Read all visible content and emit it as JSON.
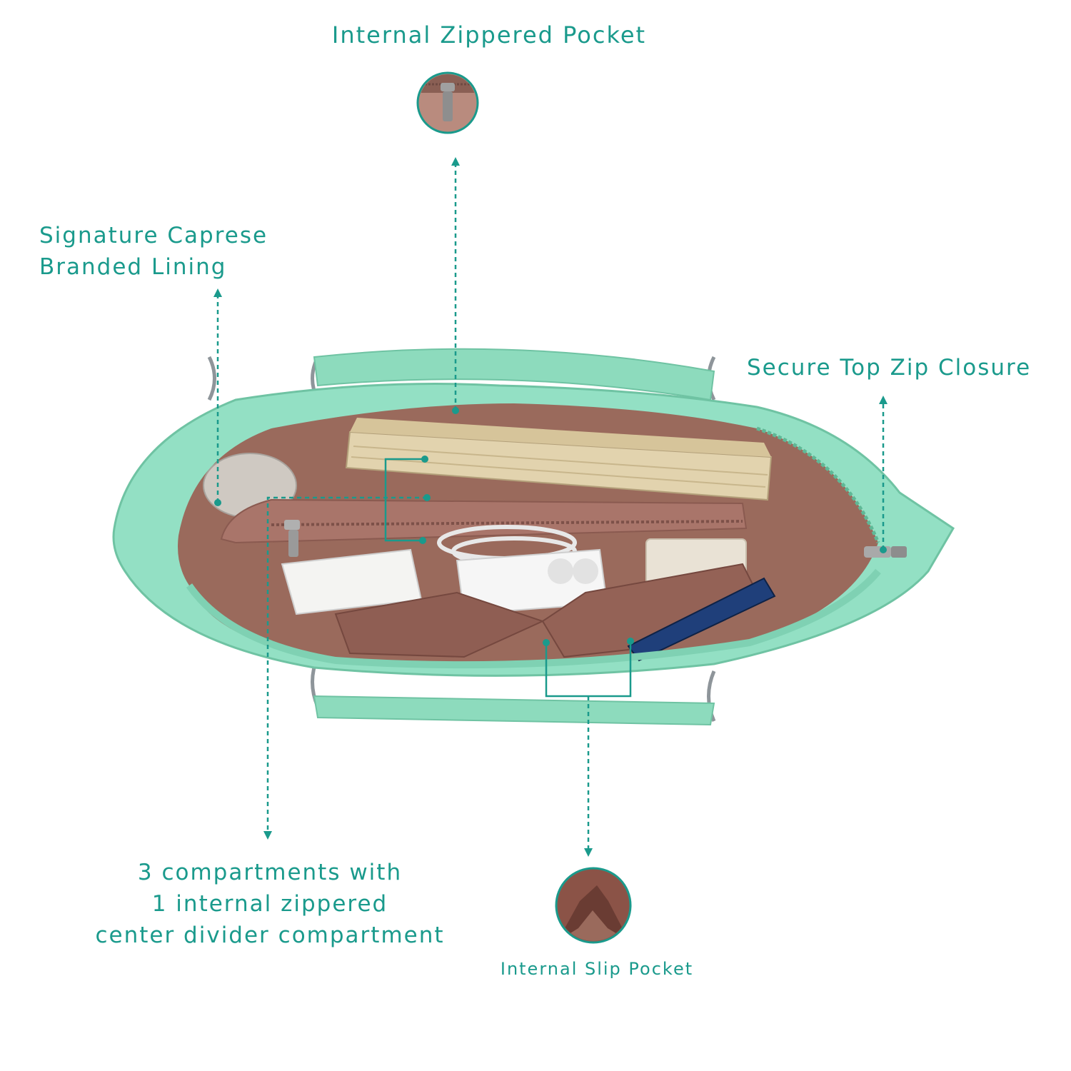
{
  "labels": {
    "zippered_pocket": "Internal Zippered Pocket",
    "lining_line1": "Signature Caprese",
    "lining_line2": "Branded Lining",
    "top_zip": "Secure Top Zip Closure",
    "compartments_line1": "3 compartments with",
    "compartments_line2": "1 internal zippered",
    "compartments_line3": "center divider compartment",
    "slip_pocket": "Internal Slip Pocket"
  },
  "colors": {
    "accent": "#1a9a8c",
    "bag_mint": "#8fdcbf",
    "lining_brown": "#9a6a5c"
  }
}
